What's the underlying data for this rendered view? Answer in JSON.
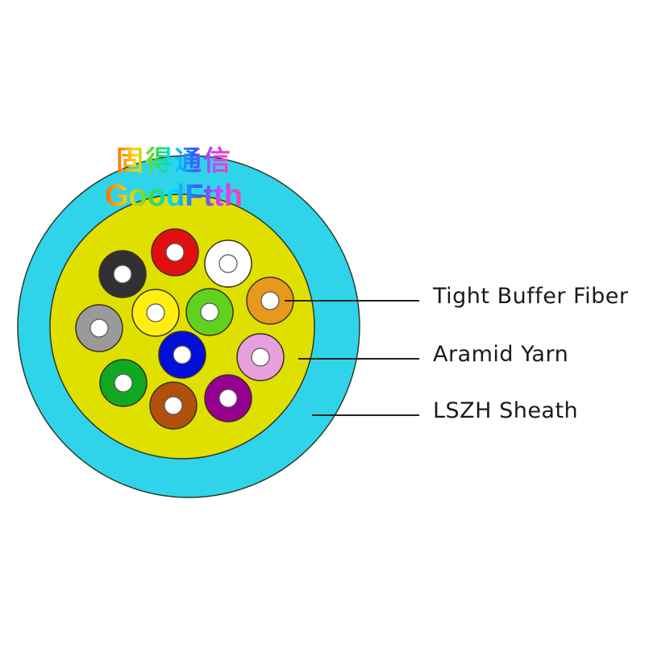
{
  "logo": {
    "chinese": "固得通信",
    "english": "GoodFtth"
  },
  "labels": {
    "tight_buffer": "Tight Buffer Fiber",
    "aramid": "Aramid Yarn",
    "sheath": "LSZH Sheath"
  },
  "colors": {
    "sheath": "#2fd4ea",
    "aramid": "#e0e000",
    "outline": "#2a3a2a",
    "fiber_core": "#ffffff"
  },
  "fibers": [
    {
      "name": "red",
      "color": "#e01010"
    },
    {
      "name": "white",
      "color": "#ffffff"
    },
    {
      "name": "black",
      "color": "#333033"
    },
    {
      "name": "orange",
      "color": "#e8981c"
    },
    {
      "name": "yellow",
      "color": "#ffee10"
    },
    {
      "name": "lime-green",
      "color": "#5fd21e"
    },
    {
      "name": "gray",
      "color": "#9a9a9a"
    },
    {
      "name": "blue",
      "color": "#0010d8"
    },
    {
      "name": "pink",
      "color": "#e8a0dc"
    },
    {
      "name": "green",
      "color": "#10a820"
    },
    {
      "name": "brown",
      "color": "#b0500c"
    },
    {
      "name": "purple",
      "color": "#960090"
    }
  ]
}
